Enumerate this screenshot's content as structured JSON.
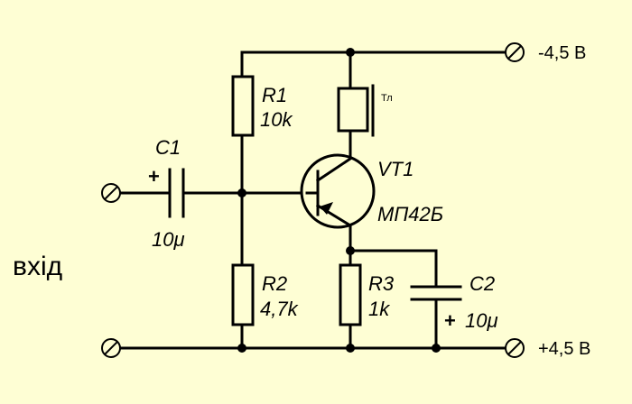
{
  "input_label": "вхід",
  "supply": {
    "negative": "-4,5 В",
    "positive": "+4,5 В"
  },
  "components": {
    "C1": {
      "name": "C1",
      "value": "10μ",
      "polarity": "+"
    },
    "R1": {
      "name": "R1",
      "value": "10k"
    },
    "R2": {
      "name": "R2",
      "value": "4,7k"
    },
    "R3": {
      "name": "R3",
      "value": "1k"
    },
    "C2": {
      "name": "C2",
      "value": "10μ",
      "polarity": "+"
    },
    "VT1": {
      "name": "VT1",
      "type": "МП42Б"
    },
    "Tl": {
      "name": "Тл"
    }
  },
  "colors": {
    "background": "#fefed4",
    "ink": "#000000"
  }
}
